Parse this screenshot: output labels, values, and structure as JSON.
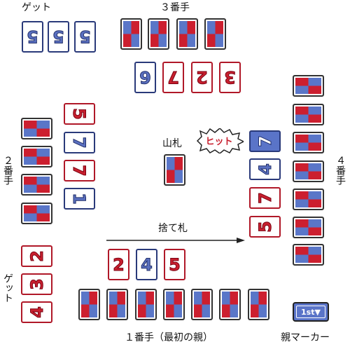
{
  "labels": {
    "get_top": "ゲット",
    "player3": "３番手",
    "player2": "２番手",
    "player4": "４番手",
    "yamafuda": "山札",
    "sutefuda": "捨て札",
    "get_bottom": "ゲット",
    "player1": "１番手（最初の親）",
    "oya_marker": "親マーカー"
  },
  "hit_bubble": "ヒット",
  "oya_card_text": "1st▼",
  "get_top_cards": [
    "5",
    "5",
    "5"
  ],
  "player3_faceup": [
    "6",
    "7",
    "2",
    "3"
  ],
  "player2_faceup": [
    "5",
    "7",
    "7",
    "1"
  ],
  "player4_faceup": [
    "7",
    "4",
    "7",
    "5"
  ],
  "discard": [
    "2",
    "4",
    "5"
  ],
  "get_bottom_cards": [
    "2",
    "3",
    "4"
  ],
  "colors": {
    "red": "#c8202f",
    "blue": "#5a70c0",
    "dark": "#333333"
  }
}
